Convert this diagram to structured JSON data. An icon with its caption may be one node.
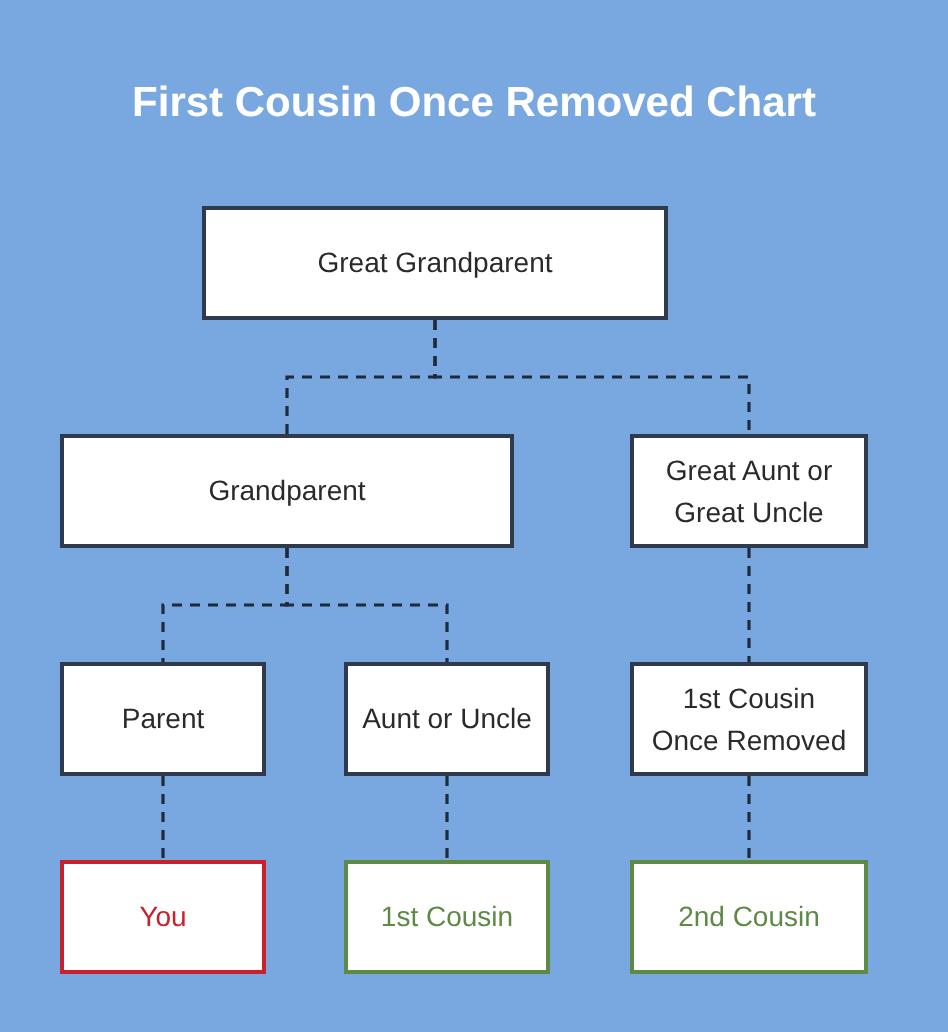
{
  "diagram": {
    "title": "First Cousin Once Removed Chart",
    "nodes": [
      {
        "text": [
          "Great Grandparent"
        ]
      },
      {
        "text": [
          "Grandparent"
        ]
      },
      {
        "text": [
          "Great Aunt or Great Uncle"
        ]
      },
      {
        "text": [
          "Parent"
        ]
      },
      {
        "text": [
          "Aunt or Uncle"
        ]
      },
      {
        "text": [
          "1st Cousin Once Removed"
        ]
      },
      {
        "text": [
          "You"
        ]
      },
      {
        "text": [
          "1st Cousin"
        ]
      },
      {
        "text": [
          "2nd Cousin"
        ]
      }
    ],
    "edges": [
      {
        "from": 0,
        "to": 1,
        "arrow": "none",
        "style": "dashed"
      },
      {
        "from": 0,
        "to": 2,
        "arrow": "none",
        "style": "dashed"
      },
      {
        "from": 1,
        "to": 3,
        "arrow": "none",
        "style": "dashed"
      },
      {
        "from": 1,
        "to": 4,
        "arrow": "none",
        "style": "dashed"
      },
      {
        "from": 2,
        "to": 5,
        "arrow": "none",
        "style": "dashed"
      },
      {
        "from": 3,
        "to": 6,
        "arrow": "none",
        "style": "dashed"
      },
      {
        "from": 4,
        "to": 7,
        "arrow": "none",
        "style": "dashed"
      },
      {
        "from": 5,
        "to": 8,
        "arrow": "none",
        "style": "dashed"
      }
    ]
  }
}
